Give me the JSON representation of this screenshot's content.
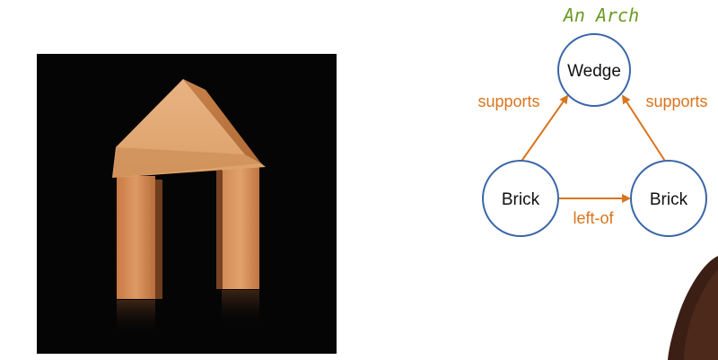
{
  "diagram": {
    "title": "An Arch",
    "nodes": {
      "wedge": "Wedge",
      "brick_left": "Brick",
      "brick_right": "Brick"
    },
    "edges": {
      "left_supports": "supports",
      "right_supports": "supports",
      "left_of": "left-of"
    }
  },
  "colors": {
    "title": "#6a9a22",
    "node_stroke": "#3a66a8",
    "edge": "#d9741f",
    "photo_background": "#050505",
    "wood": "#d18a56"
  }
}
